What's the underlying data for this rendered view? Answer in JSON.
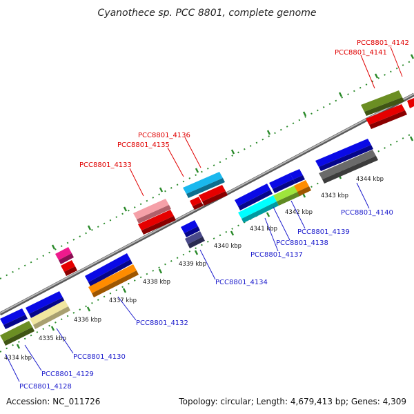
{
  "title": "Cyanothece sp. PCC 8801, complete genome",
  "footer": {
    "accession": "Accession: NC_011726",
    "topology": "Topology: circular; Length: 4,679,413 bp; Genes: 4,309"
  },
  "colors": {
    "backbone": "#8c8c8c",
    "tick": "#2a8a2a",
    "label_forward": "#e00000",
    "label_reverse": "#1a1acc"
  },
  "kbp_labels": [
    "4334 kbp",
    "4335 kbp",
    "4336 kbp",
    "4337 kbp",
    "4338 kbp",
    "4339 kbp",
    "4340 kbp",
    "4341 kbp",
    "4342 kbp",
    "4343 kbp",
    "4344 kbp"
  ],
  "gene_labels_forward": [
    "PCC8801_4133",
    "PCC8801_4135",
    "PCC8801_4136",
    "PCC8801_4141",
    "PCC8801_4142"
  ],
  "gene_labels_reverse": [
    "PCC8801_4128",
    "PCC8801_4129",
    "PCC8801_4130",
    "PCC8801_4132",
    "PCC8801_4134",
    "PCC8801_4137",
    "PCC8801_4138",
    "PCC8801_4139",
    "PCC8801_4140"
  ],
  "gene_color_palette": [
    "#0a0ae6",
    "#e60000",
    "#f5a0a8",
    "#ee1a8c",
    "#1ab8ee",
    "#00ffff",
    "#9ee63c",
    "#ff8c00",
    "#6b8e23",
    "#f0e6a0",
    "#6a6a6a",
    "#4a4a8a"
  ]
}
